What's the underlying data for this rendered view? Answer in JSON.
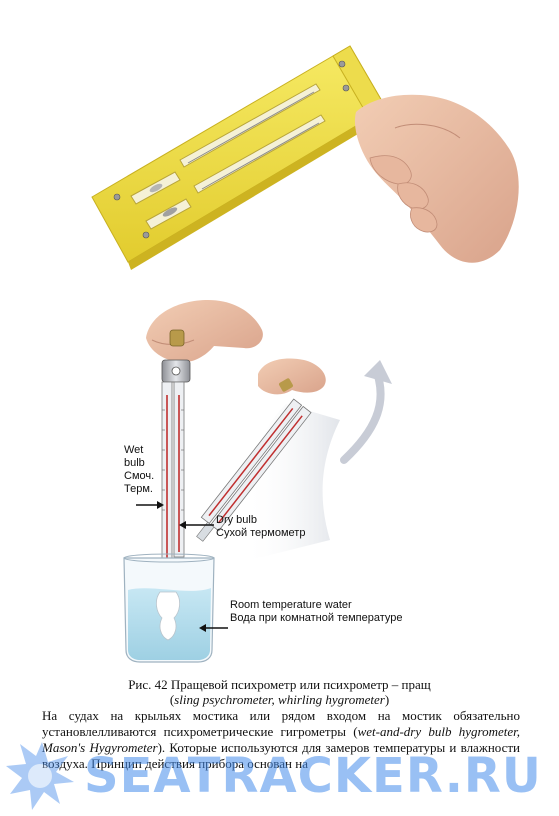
{
  "figure": {
    "labels": {
      "wet": [
        "Wet",
        "bulb",
        "Смоч.",
        "Терм."
      ],
      "dry": [
        "Dry bulb",
        "Сухой термометр"
      ],
      "water": [
        "Room temperature water",
        "Вода при комнатной температуре"
      ]
    }
  },
  "caption": {
    "line1": "Рис. 42 Пращевой психрометр или психрометр – пращ",
    "open": "(",
    "en": "sling psychrometer, whirling hygrometer",
    "close": ")"
  },
  "body": {
    "p1": "На судах на крыльях мостика или рядом входом на мостик обязательно установлелливаются психрометрические гигрометры (",
    "en1": "wet-and-dry bulb hygrometer, Mason's Hygyrometer",
    "p2": "). Которые используются для замеров температуры и влажности воздуха. Принцип действия прибора основан на"
  },
  "watermark": {
    "text": "SEATRACKER.RU",
    "color": "#468ceb"
  }
}
